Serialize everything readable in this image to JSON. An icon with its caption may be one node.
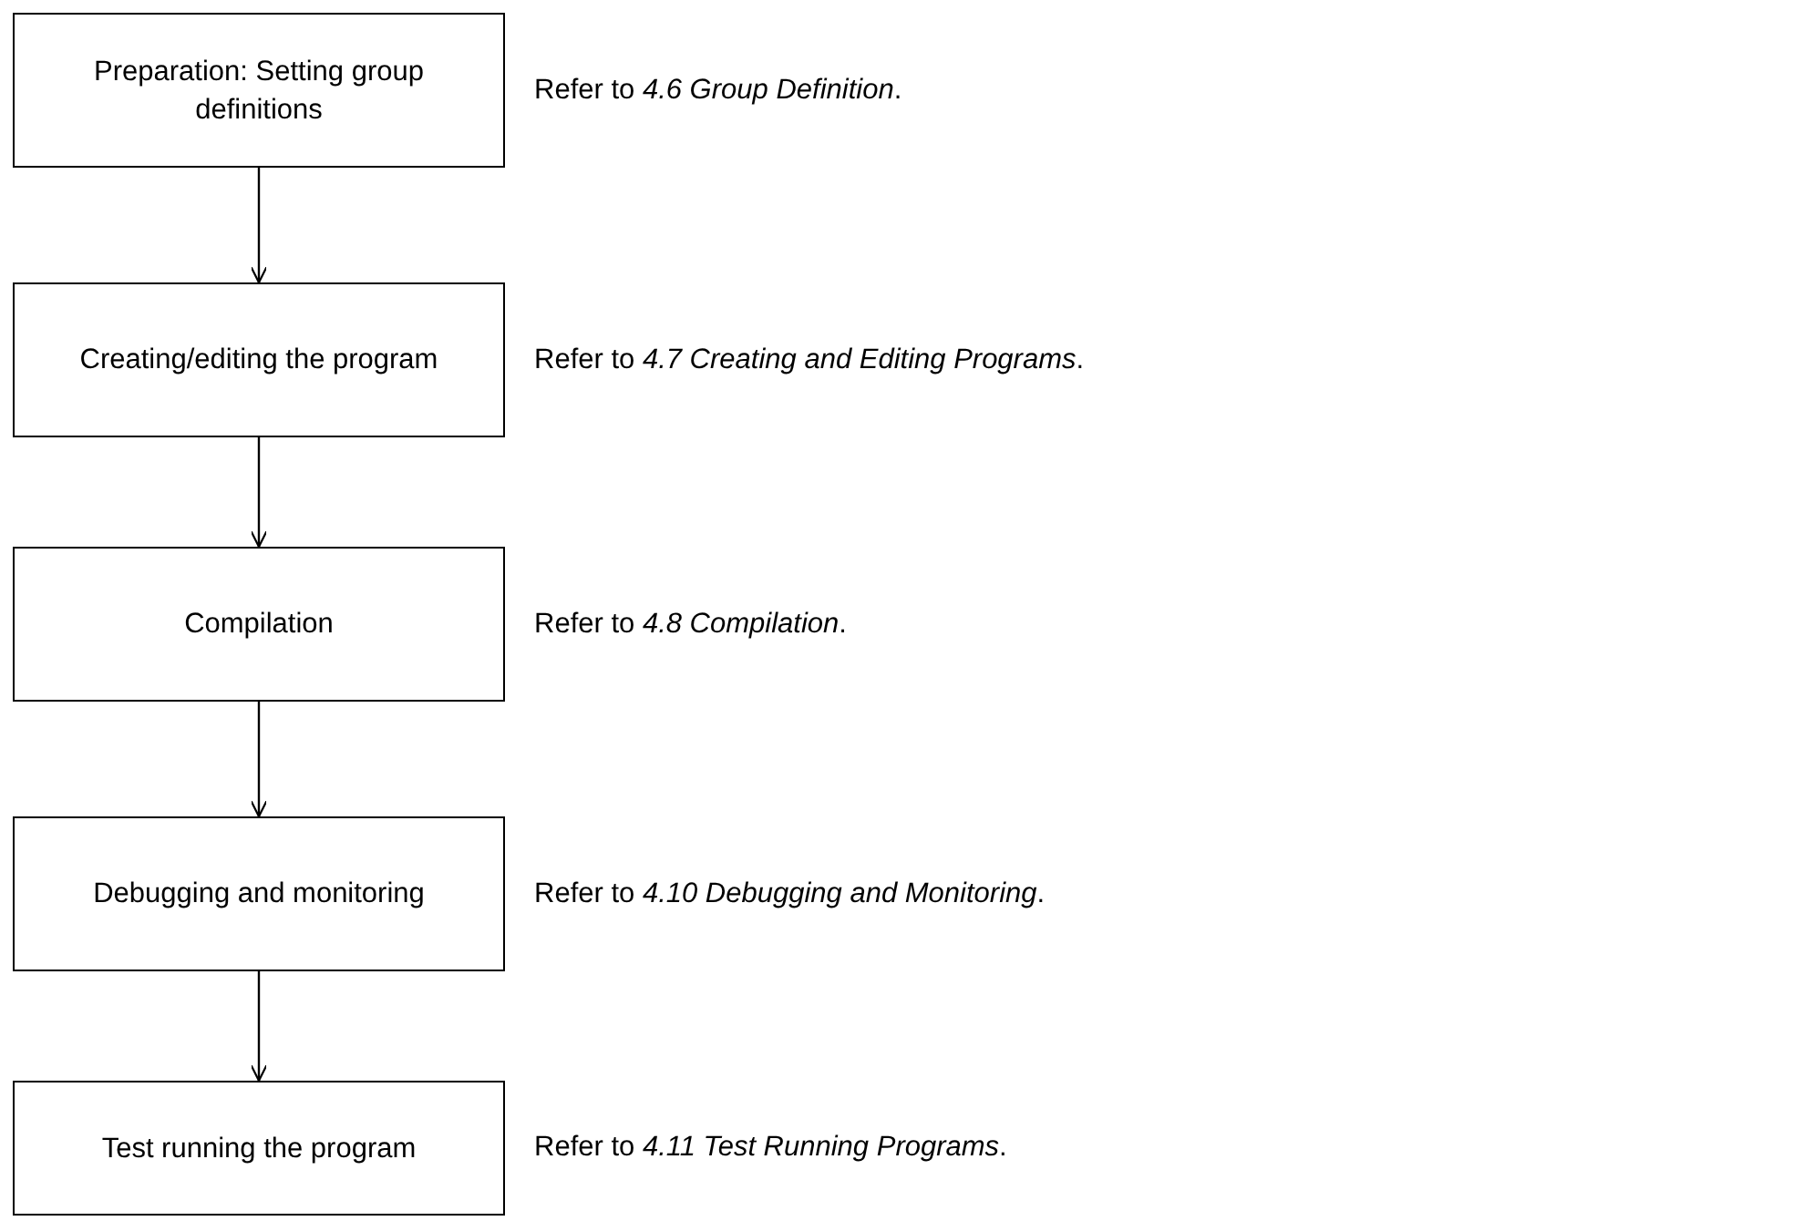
{
  "diagram": {
    "nodes": [
      {
        "text": [
          "Preparation: Setting group definitions"
        ],
        "beside": [
          "Refer to *4.6 Group Definition*."
        ]
      },
      {
        "text": [
          "Creating/editing the program"
        ],
        "beside": [
          "Refer to *4.7 Creating and Editing Programs*."
        ]
      },
      {
        "text": [
          "Compilation"
        ],
        "beside": [
          "Refer to *4.8 Compilation*."
        ]
      },
      {
        "text": [
          "Debugging and monitoring"
        ],
        "beside": [
          "Refer to *4.10 Debugging and Monitoring*."
        ]
      },
      {
        "text": [
          "Test running the program"
        ],
        "beside": [
          "Refer to *4.11 Test Running Programs*."
        ]
      }
    ],
    "edges": [
      {
        "from": 0,
        "to": 1,
        "arrow": "to"
      },
      {
        "from": 1,
        "to": 2,
        "arrow": "to"
      },
      {
        "from": 2,
        "to": 3,
        "arrow": "to"
      },
      {
        "from": 3,
        "to": 4,
        "arrow": "to"
      }
    ]
  }
}
